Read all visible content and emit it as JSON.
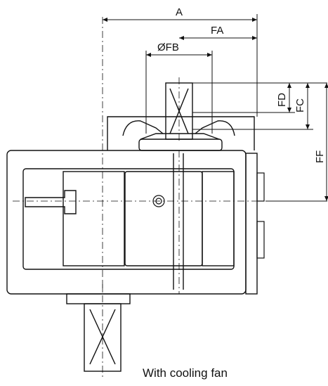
{
  "dimensions": {
    "a": "A",
    "fa": "FA",
    "fb": "ØFB",
    "fd": "FD",
    "fc": "FC",
    "ff": "FF"
  },
  "caption": "With cooling fan",
  "colors": {
    "line": "#111111",
    "background": "#ffffff"
  }
}
